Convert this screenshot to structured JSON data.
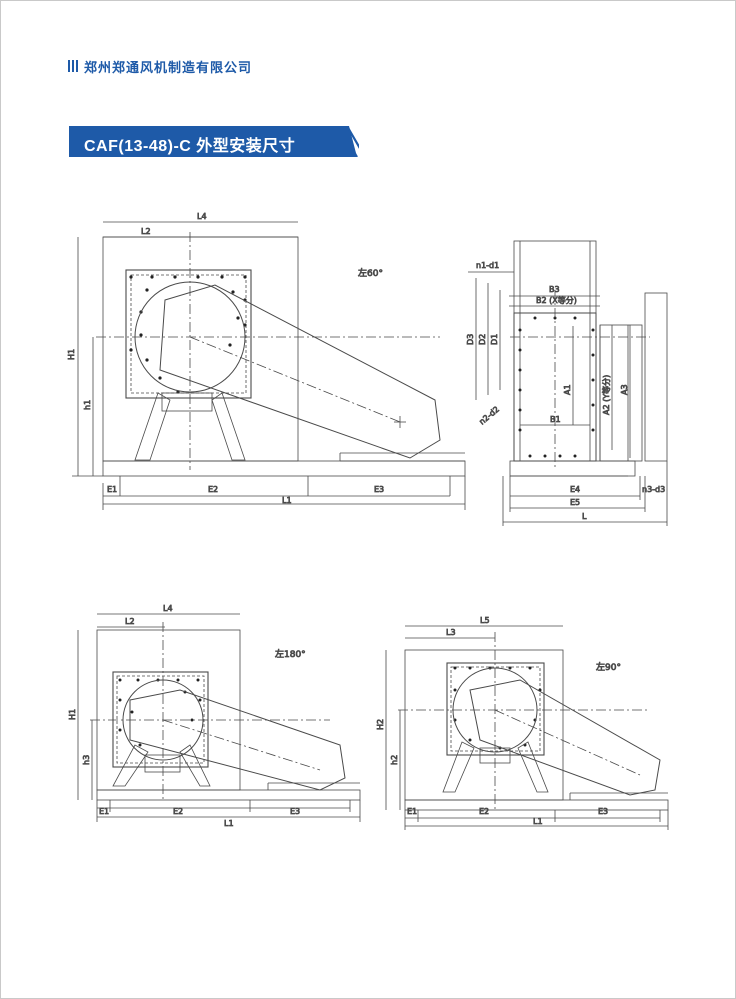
{
  "header": {
    "company": "郑州郑通风机制造有限公司",
    "title": "CAF(13-48)-C 外型安装尺寸"
  },
  "colors": {
    "brand": "#1e5aa8",
    "line": "#4a4a4a"
  },
  "icons": {
    "brand_mark": "triple-bar-icon",
    "title_decoration": "diagonal-stripes-icon"
  },
  "drawing_main": {
    "angle_label": "左60°",
    "labels": {
      "L4": "L4",
      "L2": "L2",
      "H1": "H1",
      "h1": "h1",
      "E1": "E1",
      "E2": "E2",
      "E3": "E3",
      "L1": "L1"
    }
  },
  "drawing_side": {
    "labels": {
      "n1d1": "n1-d1",
      "B3": "B3",
      "B2": "B2 (X等分)",
      "D3": "D3",
      "D2": "D2",
      "D1": "D1",
      "A1": "A1",
      "A2": "A2 (Y等分)",
      "A3": "A3",
      "B1": "B1",
      "n2d2": "n2-d2",
      "E4": "E4",
      "E5": "E5",
      "L": "L",
      "n3d3": "n3-d3"
    }
  },
  "drawing_bottom_left": {
    "angle_label": "左180°",
    "labels": {
      "L4": "L4",
      "L2": "L2",
      "H1": "H1",
      "h3": "h3",
      "E1": "E1",
      "E2": "E2",
      "E3": "E3",
      "L1": "L1"
    }
  },
  "drawing_bottom_right": {
    "angle_label": "左90°",
    "labels": {
      "L5": "L5",
      "L3": "L3",
      "H2": "H2",
      "h2": "h2",
      "E1": "E1",
      "E2": "E2",
      "E3": "E3",
      "L1": "L1"
    }
  }
}
